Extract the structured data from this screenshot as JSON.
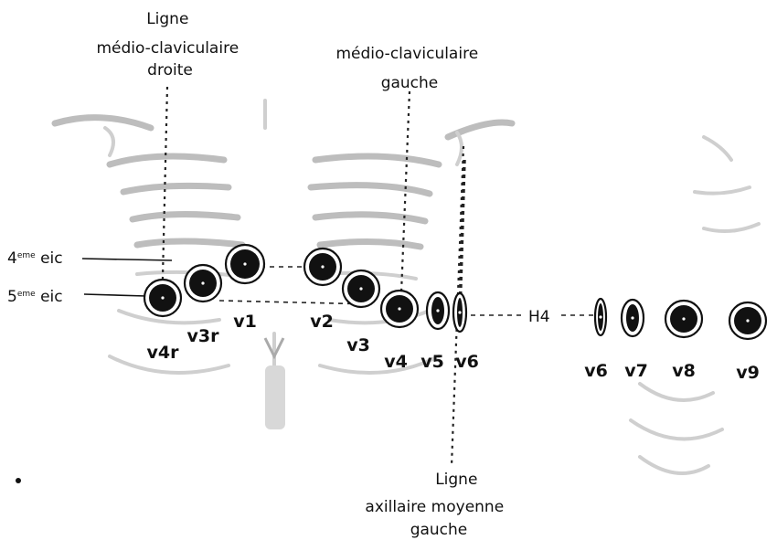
{
  "line_labels": {
    "right_mcl": [
      "Ligne",
      "médio-claviculaire",
      "droite"
    ],
    "left_mcl": [
      "médio-claviculaire",
      "gauche"
    ],
    "left_axillary": [
      "Ligne",
      "axillaire moyenne",
      "gauche"
    ]
  },
  "intercostal_labels": {
    "fourth": {
      "num": "4",
      "sup": "eme",
      "suffix": " eic"
    },
    "fifth": {
      "num": "5",
      "sup": "eme",
      "suffix": " eic"
    }
  },
  "level_label": "H4",
  "front_electrodes": [
    {
      "id": "v4r",
      "label": "v4r"
    },
    {
      "id": "v3r",
      "label": "v3r"
    },
    {
      "id": "v1",
      "label": "v1"
    },
    {
      "id": "v2",
      "label": "v2"
    },
    {
      "id": "v3",
      "label": "v3"
    },
    {
      "id": "v4",
      "label": "v4"
    },
    {
      "id": "v5",
      "label": "v5"
    },
    {
      "id": "v6",
      "label": "v6"
    }
  ],
  "back_electrodes": [
    {
      "id": "v6b",
      "label": "v6"
    },
    {
      "id": "v7",
      "label": "v7"
    },
    {
      "id": "v8",
      "label": "v8"
    },
    {
      "id": "v9",
      "label": "v9"
    }
  ],
  "colors": {
    "electrode_fill": "#111111",
    "ring": "#111111",
    "bone": "#bdbdbd"
  }
}
